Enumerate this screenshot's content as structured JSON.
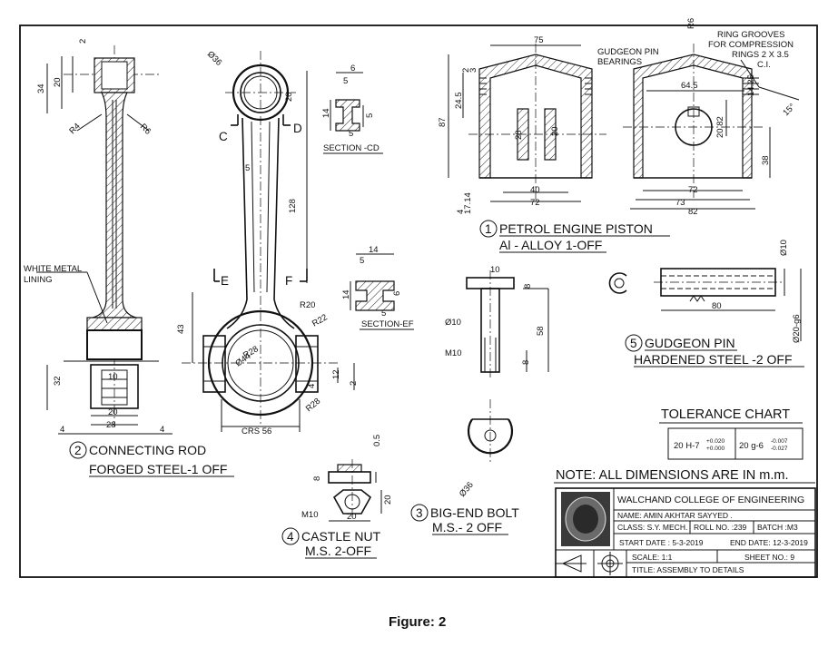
{
  "caption": "Figure: 2",
  "parts": [
    {
      "number": "1",
      "name": "PETROL ENGINE PISTON",
      "material": "Al - ALLOY  1-OFF"
    },
    {
      "number": "2",
      "name": "CONNECTING ROD",
      "material": "FORGED STEEL-1 OFF"
    },
    {
      "number": "3",
      "name": "BIG-END BOLT",
      "material": "M.S.- 2 OFF"
    },
    {
      "number": "4",
      "name": "CASTLE NUT",
      "material": "M.S. 2-OFF"
    },
    {
      "number": "5",
      "name": "GUDGEON PIN",
      "material": "HARDENED STEEL -2 OFF"
    }
  ],
  "sections": {
    "cd": "SECTION -CD",
    "ef": "SECTION-EF"
  },
  "cut_labels": {
    "c": "C",
    "d": "D",
    "e": "E",
    "f": "F"
  },
  "notes": {
    "white_metal": [
      "WHITE METAL",
      "LINING"
    ],
    "gudgeon_bearings": [
      "GUDGEON PIN",
      "BEARINGS"
    ],
    "ring_grooves": [
      "RING GROOVES",
      "FOR COMPRESSION",
      "RINGS 2 X 3.5",
      "C.I."
    ],
    "dimensions_note": "NOTE: ALL DIMENSIONS ARE IN m.m."
  },
  "dims": {
    "rod_side": [
      "2",
      "34",
      "20",
      "R4",
      "R6",
      "32",
      "10",
      "20",
      "28",
      "4",
      "4"
    ],
    "rod_front": [
      "Ø36",
      "C",
      "D",
      "5",
      "128",
      "E",
      "F",
      "R20",
      "R22",
      "43",
      "Ø44",
      "R28",
      "CRS 56",
      "12",
      "2",
      "R28",
      "20"
    ],
    "section_cd": [
      "6",
      "5",
      "14",
      "5",
      "5",
      "5"
    ],
    "section_ef": [
      "14",
      "5",
      "14",
      "6",
      "5",
      "5"
    ],
    "bolt": [
      "10",
      "8",
      "Ø10",
      "58",
      "M10",
      "8",
      "Ø36"
    ],
    "nut": [
      "0.5",
      "8",
      "M10",
      "20",
      "20"
    ],
    "piston": [
      "75",
      "R6",
      "2",
      "3",
      "24.5",
      "87",
      "28",
      "20",
      "4",
      "17.14",
      "40",
      "72",
      "64.5",
      "14.25",
      "20.82",
      "38",
      "72",
      "73",
      "82",
      "15°"
    ],
    "pin": [
      "Ø10",
      "80",
      "Ø20-g6"
    ]
  },
  "tolerance": {
    "title": "TOLERANCE CHART",
    "hole": {
      "label": "20 H-7",
      "upper": "+0.020",
      "lower": "+0.000"
    },
    "shaft": {
      "label": "20 g-6",
      "upper": "-0.007",
      "lower": "-0.027"
    }
  },
  "title_block": {
    "college": "WALCHAND COLLEGE OF ENGINEERING",
    "name": "NAME: AMIN AKHTAR SAYYED .",
    "class": "CLASS: S.Y. MECH.",
    "roll": "ROLL NO. :239",
    "batch": "BATCH :M3",
    "start": "START DATE : 5-3-2019",
    "end": "END DATE: 12-3-2019",
    "scale": "SCALE: 1:1",
    "sheet": "SHEET NO.:  9",
    "title": "TITLE: ASSEMBLY TO DETAILS"
  }
}
